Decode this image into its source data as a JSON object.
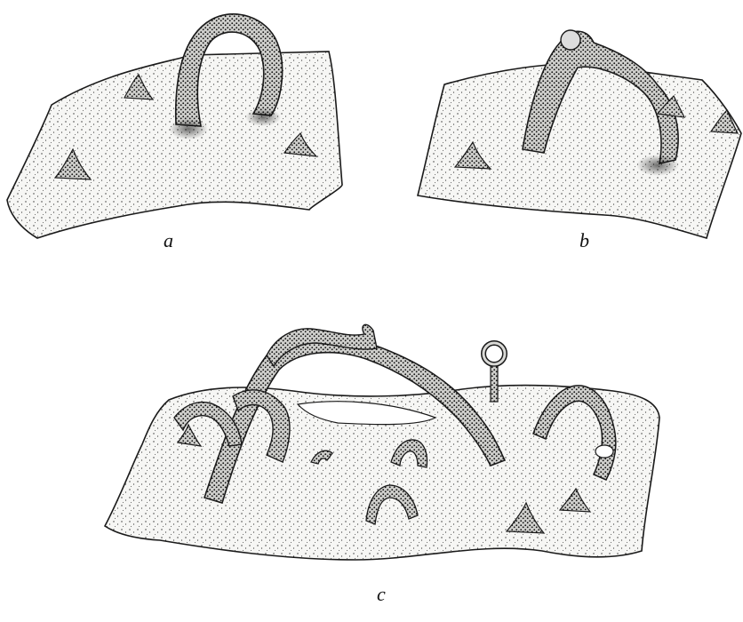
{
  "panels": [
    {
      "id": "a",
      "label": "a"
    },
    {
      "id": "b",
      "label": "b"
    },
    {
      "id": "c",
      "label": "c"
    }
  ],
  "colors": {
    "ink": "#1a1a1a",
    "paper": "#ffffff",
    "sheet_fill": "#f4f4f2"
  }
}
